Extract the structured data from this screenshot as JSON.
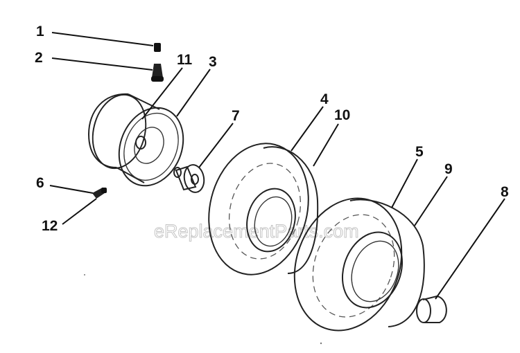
{
  "diagram": {
    "watermark": "eReplacementParts.com",
    "labels": [
      "1",
      "2",
      "3",
      "4",
      "5",
      "6",
      "7",
      "8",
      "9",
      "10",
      "11",
      "12"
    ]
  }
}
